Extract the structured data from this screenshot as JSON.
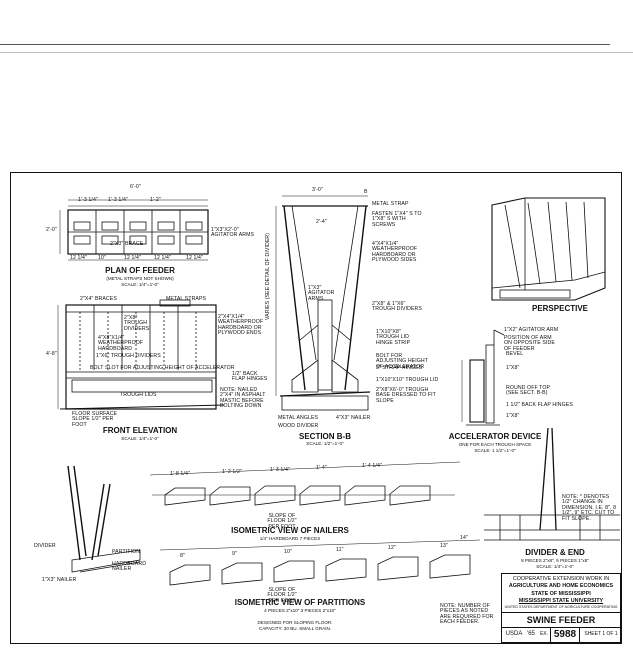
{
  "plan": {
    "title": "PLAN OF FEEDER",
    "note": "(METAL STRAPS NOT SHOWN)",
    "scale": "SCALE: 1/4\"=1'-0\"",
    "dims": [
      "6'-0\"",
      "1'-3 1/4\"",
      "1'-3 1/4\"",
      "1'-2\"",
      "12 1/4\"",
      "10\"",
      "12 1/4\"",
      "12 1/4\"",
      "12 1/4\""
    ],
    "braces": "2\"x3\" BRACE",
    "arms": "1\"x3\"x2'-0\" AGITATOR ARMS",
    "side": "2'-0\""
  },
  "front": {
    "title": "FRONT ELEVATION",
    "scale": "SCALE: 1/4\"=1'-0\"",
    "labels": [
      "2\"x4\" BRACES",
      "METAL STRAPS",
      "2\"x8\" TROUGH DIVIDERS",
      "2\"x4\"x1/4\" WEATHERPROOF HARDBOARD OR PLYWOOD ENDS",
      "4\"x8\"x1/4\" WEATHERPROOF HARDBOARD",
      "1\"x6\" TROUGH DIVIDERS",
      "BOLT SLOT FOR ADJUSTING HEIGHT OF ACCELERATOR",
      "TROUGH LIDS",
      "FLOOR SURFACE SLOPE 1/2\" PER FOOT",
      "1/2\" BACK FLAP HINGES",
      "NOTE: NAILED 2\"x4\" IN ASPHALT MASTIC BEFORE BOLTING DOWN"
    ],
    "height": "4'-8\""
  },
  "section": {
    "title": "SECTION B-B",
    "scale": "SCALE: 1/2\"=1'-0\"",
    "labels": [
      "METAL STRAP",
      "FASTEN 1\"x4\" S TO 1\"x8\" S WITH SCREWS",
      "4\"x4\"x1/4\" WEATHERPROOF HARDBOARD OR PLYWOOD SIDES",
      "1\"x3\" AGITATOR ARMS",
      "2\"x8\" & 1\"x6\" TROUGH DIVIDERS",
      "1\"x10\"x8\" TROUGH LID HINGE STRIP",
      "BOLT FOR ADJUSTING HEIGHT OF ACCELERATOR",
      "3\" STRAP HINGES",
      "1\"x10\"x10\" TROUGH LID",
      "2\"x8\"x6'-0\" TROUGH BASE DRESSED TO FIT SLOPE",
      "METAL ANGLES",
      "WOOD DIVIDER",
      "4\"x3\" NAILER",
      "VARIES (SEE DETAIL OF DIVIDER)"
    ],
    "dims": [
      "3'-0\"",
      "2'-4\"",
      "B"
    ]
  },
  "perspective": {
    "title": "PERSPECTIVE"
  },
  "accelerator": {
    "title": "ACCELERATOR DEVICE",
    "sub": "ONE FOR EACH TROUGH SPACE",
    "scale": "SCALE: 1 1/2\"=1'-0\"",
    "labels": [
      "1\"x2\" AGITATOR ARM",
      "POSITION OF ARM ON OPPOSITE SIDE OF FEEDER",
      "BEVEL",
      "1\"x8\"",
      "ROUND OFF TOP (SEE SECT. B-B)",
      "1 1/2\" BACK FLAP HINGES",
      "1\"x8\""
    ]
  },
  "nailers": {
    "title": "ISOMETRIC VIEW OF NAILERS",
    "sub": "1/4\" HARDBOARD  7 PIECES",
    "slope": "SLOPE OF FLOOR 1/2\" PER FOOT",
    "dims": [
      "1'-8 1/4\"",
      "1'-2 1/2\"",
      "1'-3 1/4\"",
      "1'-4\"",
      "1'-4 1/4\""
    ]
  },
  "partitions": {
    "title": "ISOMETRIC VIEW OF PARTITIONS",
    "sub": "4 PIECES 2\"x10\"   3 PIECES 2\"x10\"",
    "slope": "SLOPE OF FLOOR 1/2\" PER FOOT",
    "dims": [
      "8\"",
      "9\"",
      "10\"",
      "11\"",
      "12\"",
      "13\"",
      "14\""
    ]
  },
  "divider": {
    "labels": [
      "DIVIDER",
      "PARTITION",
      "HARDBOARD NAILER",
      "1\"x3\" NAILER"
    ]
  },
  "divider_end": {
    "title": "DIVIDER & END",
    "sub": "8 PIECES 2\"x8\", 6 PIECES 1\"x8\"",
    "scale": "SCALE: 1/4\"=1'-0\"",
    "note": "NOTE: * DENOTES 1/2\" CHANGE IN DIMENSION, I.E. 8\", 8 1/2\", 9\" ETC. CUT TO FIT SLOPE."
  },
  "bottom_notes": {
    "designed": "DESIGNED FOR SLOPING FLOOR.",
    "capacity": "CAPACITY: 30 BU. SMALL GRAIN.",
    "pieces": "NOTE: NUMBER OF PIECES AS NOTED ARE REQUIRED FOR EACH FEEDER."
  },
  "title_block": {
    "l1": "COOPERATIVE EXTENSION WORK IN",
    "l2": "AGRICULTURE AND HOME ECONOMICS",
    "l3": "STATE OF MISSISSIPPI",
    "l4": "MISSISSIPPI STATE UNIVERSITY",
    "l5": "UNITED STATES DEPARTMENT OF AGRICULTURE COOPERATING",
    "title": "SWINE FEEDER",
    "usda": "USDA",
    "year": "'65",
    "ex": "EX.",
    "number": "5988",
    "sheet": "SHEET 1 OF 1"
  }
}
